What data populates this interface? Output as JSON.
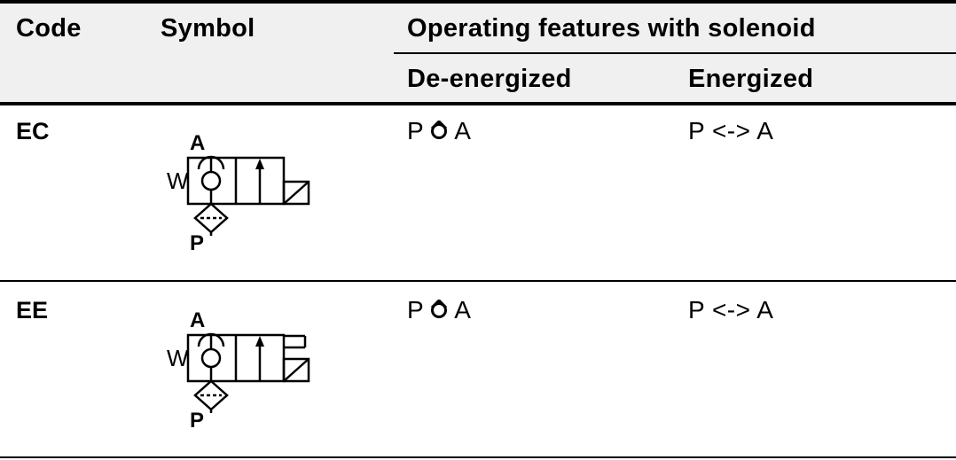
{
  "header": {
    "code": "Code",
    "symbol": "Symbol",
    "operating": "Operating features with solenoid",
    "deenergized": "De-energized",
    "energized": "Energized"
  },
  "rows": [
    {
      "code": "EC",
      "symbol_labels": {
        "a": "A",
        "w": "W",
        "p": "P"
      },
      "deenergized_left": "P",
      "deenergized_right": "A",
      "energized": "P <-> A"
    },
    {
      "code": "EE",
      "symbol_labels": {
        "a": "A",
        "w": "W",
        "p": "P"
      },
      "deenergized_left": "P",
      "deenergized_right": "A",
      "energized": "P <-> A"
    }
  ]
}
